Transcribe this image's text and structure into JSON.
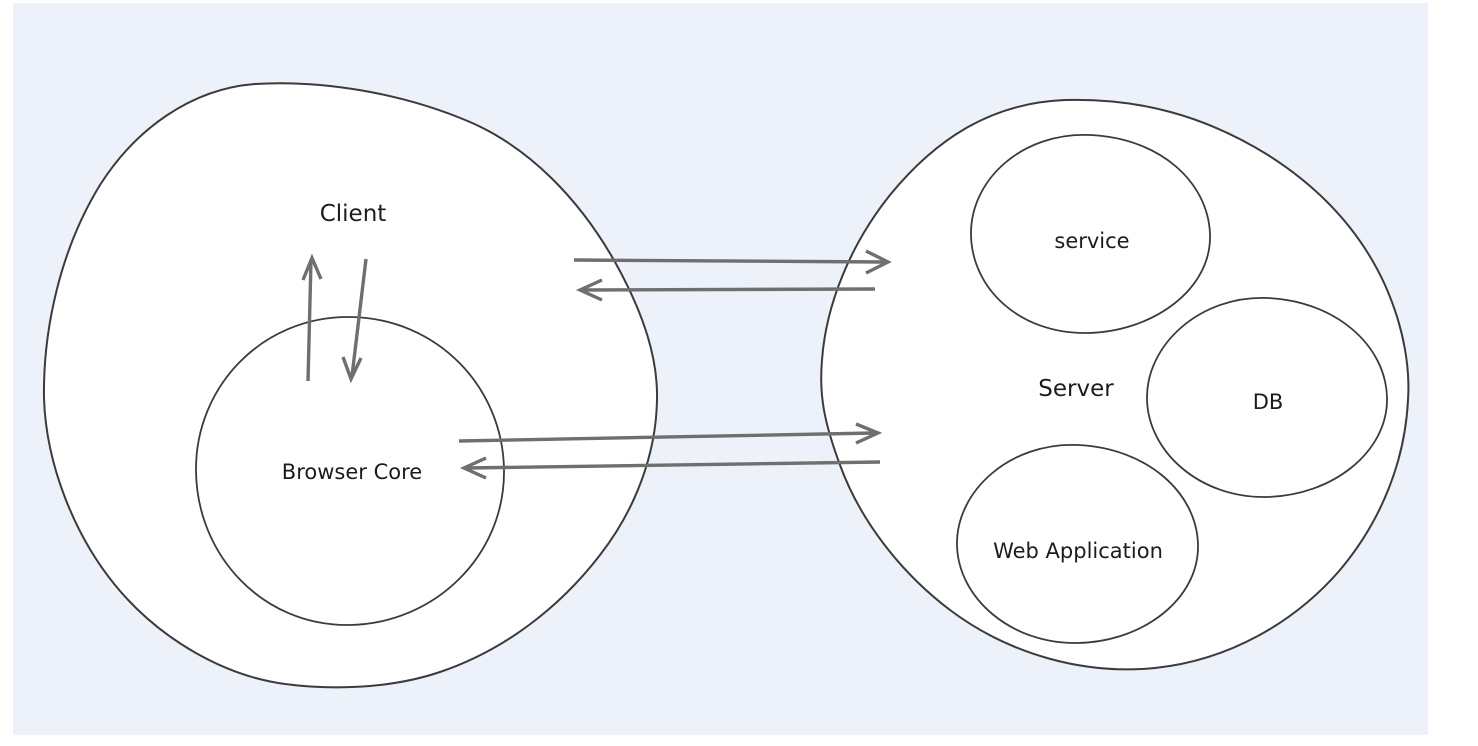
{
  "canvas": {
    "board_color": "#ecf1fa",
    "page_color": "#ffffff"
  },
  "diagram": {
    "type": "hand-drawn architecture diagram",
    "colors": {
      "outline": "#3b3b3b",
      "arrow": "#6f6f6f",
      "text": "#1c1c1c",
      "shape_fill": "#ffffff"
    },
    "nodes": {
      "client": {
        "label": "Client",
        "kind": "group-blob"
      },
      "browser_core": {
        "label": "Browser Core",
        "kind": "circle",
        "parent": "Client"
      },
      "server": {
        "label": "Server",
        "kind": "group-blob"
      },
      "service": {
        "label": "service",
        "kind": "circle",
        "parent": "Server"
      },
      "db": {
        "label": "DB",
        "kind": "circle",
        "parent": "Server"
      },
      "web_application": {
        "label": "Web Application",
        "kind": "circle",
        "parent": "Server"
      }
    },
    "edges": [
      {
        "from": "Browser Core",
        "to": "Client",
        "direction": "up"
      },
      {
        "from": "Client",
        "to": "Browser Core",
        "direction": "down"
      },
      {
        "from": "Client",
        "to": "Server",
        "direction": "right"
      },
      {
        "from": "Server",
        "to": "Client",
        "direction": "left"
      },
      {
        "from": "Browser Core",
        "to": "Server",
        "direction": "right"
      },
      {
        "from": "Server",
        "to": "Browser Core",
        "direction": "left"
      }
    ]
  }
}
